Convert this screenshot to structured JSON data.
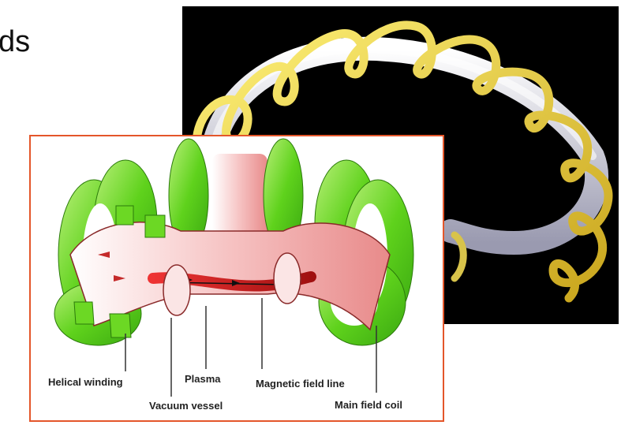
{
  "slide": {
    "title_fragment": "ds"
  },
  "diagram": {
    "labels": {
      "helical_winding": "Helical winding",
      "vacuum_vessel": "Vacuum vessel",
      "plasma": "Plasma",
      "magnetic_field_line": "Magnetic field line",
      "main_field_coil": "Main field coil"
    }
  },
  "colors": {
    "diagram_border": "#e4562a",
    "coil_green": "#66dd22",
    "vessel_pink": "#f6c8c8",
    "plasma_red": "#cc2222",
    "helix_yellow": "#e8d24a",
    "photo_background": "#000000"
  }
}
